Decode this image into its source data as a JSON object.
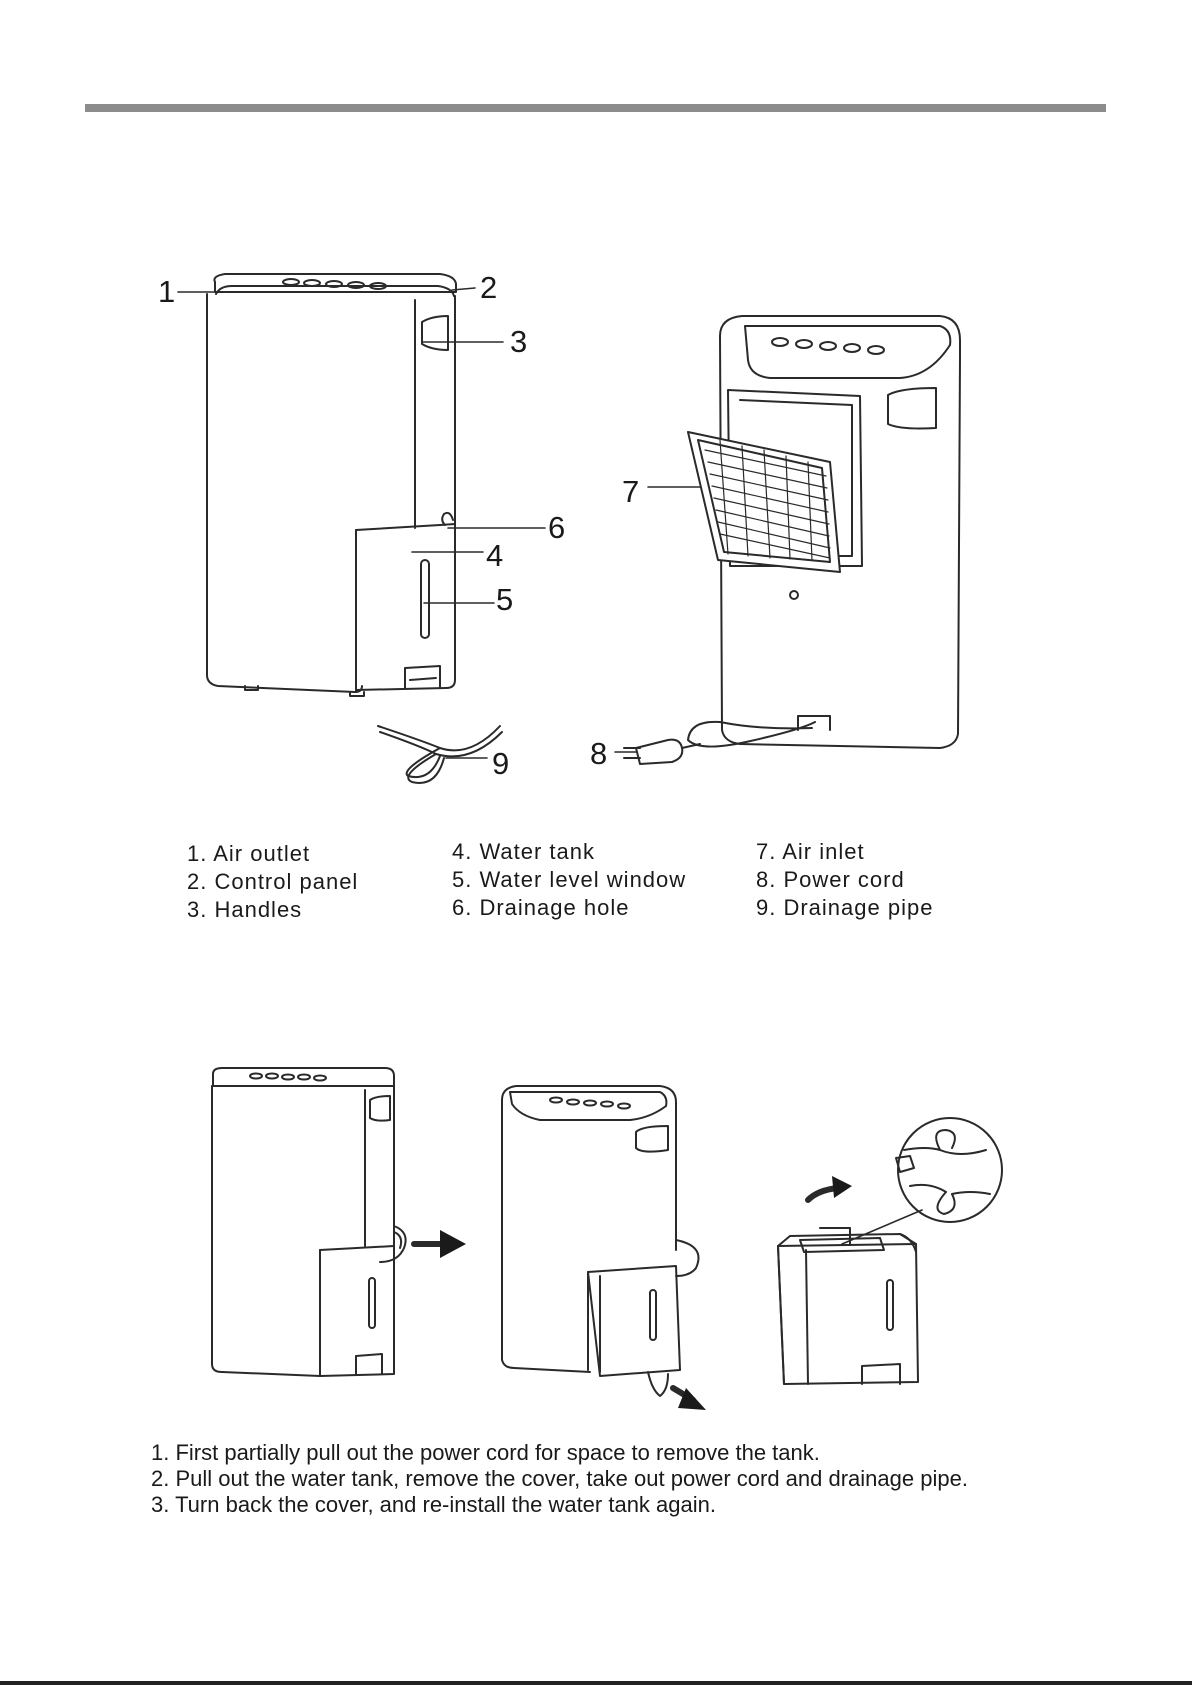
{
  "callouts": {
    "c1": "1",
    "c2": "2",
    "c3": "3",
    "c4": "4",
    "c5": "5",
    "c6": "6",
    "c7": "7",
    "c8": "8",
    "c9": "9"
  },
  "legend": {
    "col1": [
      "1. Air outlet",
      "2. Control panel",
      "3. Handles"
    ],
    "col2": [
      "4. Water tank",
      "5. Water level window",
      "6. Drainage hole"
    ],
    "col3": [
      "7. Air inlet",
      "8. Power cord",
      "9. Drainage pipe"
    ]
  },
  "steps": [
    "1. First partially pull out the power cord for space to remove the tank.",
    "2. Pull out the water tank, remove the cover, take out power cord and drainage pipe.",
    "3. Turn back the cover, and re-install the water tank again."
  ]
}
